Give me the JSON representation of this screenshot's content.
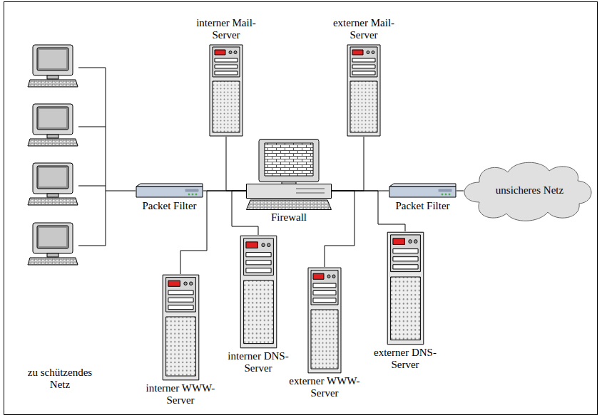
{
  "diagram": {
    "nodes": [
      {
        "text": [
          "interner Mail-Server"
        ]
      },
      {
        "text": [
          "externer Mail-Server"
        ]
      },
      {
        "text": [
          "Packet Filter"
        ]
      },
      {
        "text": [
          "Firewall"
        ]
      },
      {
        "text": [
          "Packet Filter"
        ]
      },
      {
        "text": [
          "unsicheres Netz"
        ]
      },
      {
        "text": [
          "interner WWW-Server"
        ]
      },
      {
        "text": [
          "interner DNS-Server"
        ]
      },
      {
        "text": [
          "externer WWW-Server"
        ]
      },
      {
        "text": [
          "externer DNS-Server"
        ]
      }
    ],
    "edges": [
      {
        "from": 0,
        "to": 3,
        "arrow": "none"
      },
      {
        "from": 1,
        "to": 3,
        "arrow": "none"
      },
      {
        "from": 2,
        "to": 3,
        "arrow": "none"
      },
      {
        "from": 3,
        "to": 4,
        "arrow": "none"
      },
      {
        "from": 4,
        "to": 5,
        "arrow": "none"
      },
      {
        "from": 6,
        "to": 3,
        "arrow": "none"
      },
      {
        "from": 7,
        "to": 3,
        "arrow": "none"
      },
      {
        "from": 8,
        "to": 3,
        "arrow": "none"
      },
      {
        "from": 9,
        "to": 3,
        "arrow": "none"
      }
    ],
    "labels": [
      "zu schützendes Netz"
    ]
  }
}
